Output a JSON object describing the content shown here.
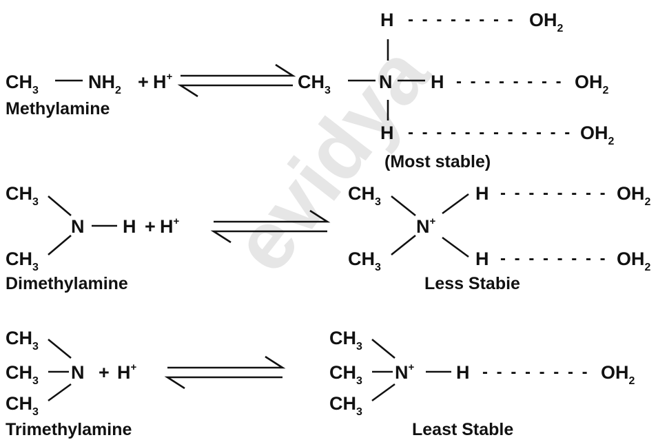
{
  "watermark": "evidya",
  "ch3": "CH",
  "sub3": "3",
  "sub2": "2",
  "plus": "+",
  "plus_sup": "+",
  "n": "N",
  "h": "H",
  "nh": "NH",
  "oh": "OH",
  "hplus": "H",
  "bond": "—",
  "dashes_short": "- - - - - - - -",
  "dashes_long": "- - - - - - - - - - - -",
  "reaction1": {
    "reactant_name": "Methylamine",
    "product_label": "(Most stable)"
  },
  "reaction2": {
    "reactant_name": "Dimethylamine",
    "product_label": "Less Stabie"
  },
  "reaction3": {
    "reactant_name": "Trimethylamine",
    "product_label": "Least Stable"
  }
}
